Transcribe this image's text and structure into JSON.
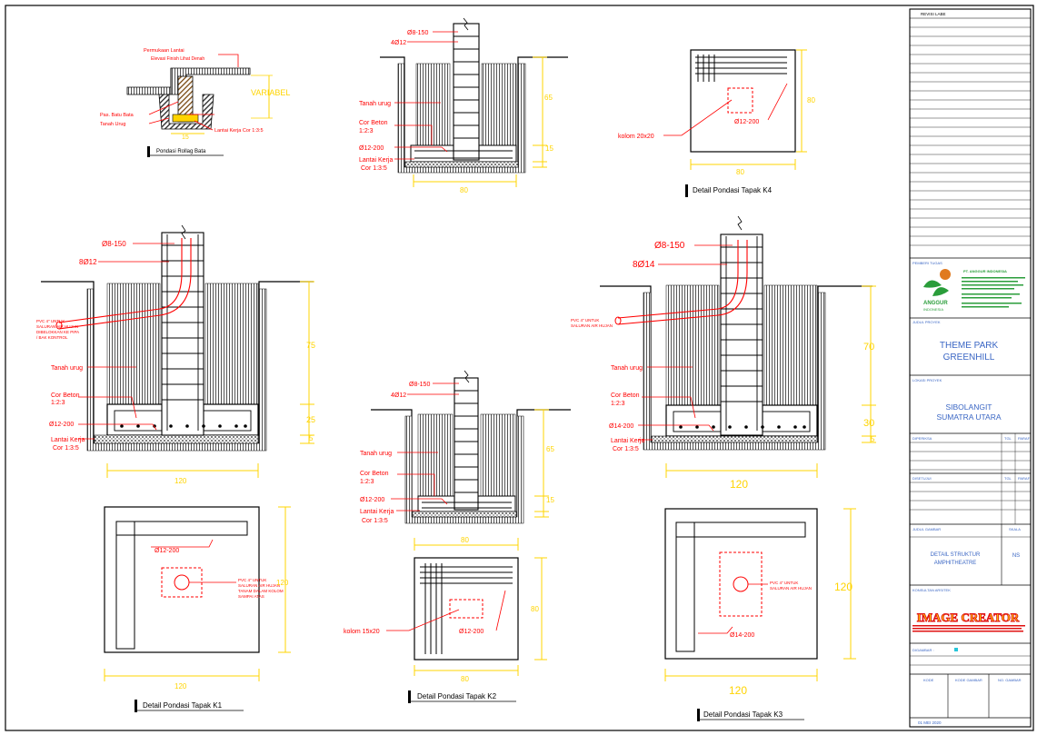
{
  "colors": {
    "background": "#ffffff",
    "line": "#000000",
    "annotation_red": "#ff0000",
    "dimension_yellow": "#ffd400",
    "titleblock_blue": "#3a66c4",
    "logo_green": "#2a9d3a",
    "logo_orange": "#e07a1f"
  },
  "top_left": {
    "labels": {
      "permukaan": "Permukaan Lantai",
      "elevasi": "Elevasi Finish Lihat Denah",
      "variabel": "VARIABEL",
      "pas_batu": "Pas. Batu Bata",
      "tanah": "Tanah Urug",
      "lantai_kerja": "Lantai Kerja Cor 1:3:5",
      "dim_width": "15"
    },
    "title": "Pondasi Rollag Bata"
  },
  "k4": {
    "section_labels": {
      "sengkang": "Ø8-150",
      "tulangan": "4Ø12",
      "tanah": "Tanah urug",
      "cor_beton_1": "Cor Beton",
      "cor_beton_2": "1:2:3",
      "plat": "Ø12-200",
      "lantai_1": "Lantai Kerja",
      "lantai_2": "Cor 1:3:5"
    },
    "dims": {
      "h1": "65",
      "h2": "15",
      "width": "80",
      "plan_w": "80",
      "plan_h": "80"
    },
    "plan_labels": {
      "kolom": "kolom 20x20",
      "plat": "Ø12-200"
    },
    "title": "Detail Pondasi Tapak K4"
  },
  "k1": {
    "section_labels": {
      "sengkang": "Ø8-150",
      "tulangan": "8Ø12",
      "pvc_1": "PVC 4\" UNTUK",
      "pvc_2": "SALURAN AIR HUJAN",
      "pvc_3": "DIBELOKKAN KE PIPA",
      "pvc_4": "/ BAK KONTROL",
      "tanah": "Tanah urug",
      "cor_beton_1": "Cor Beton",
      "cor_beton_2": "1:2:3",
      "plat": "Ø12-200",
      "lantai_1": "Lantai Kerja",
      "lantai_2": "Cor 1:3:5"
    },
    "dims": {
      "h1": "75",
      "h2": "25",
      "h3": "5",
      "width": "120",
      "plan_w": "120",
      "plan_h": "120"
    },
    "plan_labels": {
      "plat": "Ø12-200",
      "pvc_1": "PVC 4\" UNTUK",
      "pvc_2": "SALURAN AIR HUJAN",
      "pvc_3": "TANAM DALAM KOLOM",
      "pvc_4": "SAMPAI ATAS"
    },
    "title": "Detail Pondasi Tapak K1"
  },
  "k2": {
    "section_labels": {
      "sengkang": "Ø8-150",
      "tulangan": "4Ø12",
      "tanah": "Tanah urug",
      "cor_beton_1": "Cor Beton",
      "cor_beton_2": "1:2:3",
      "plat": "Ø12-200",
      "lantai_1": "Lantai Kerja",
      "lantai_2": "Cor 1:3:5"
    },
    "dims": {
      "h1": "65",
      "h2": "15",
      "width": "80",
      "plan_w": "80",
      "plan_h": "80"
    },
    "plan_labels": {
      "kolom": "kolom 15x20",
      "plat": "Ø12-200"
    },
    "title": "Detail Pondasi Tapak K2"
  },
  "k3": {
    "section_labels": {
      "sengkang": "Ø8-150",
      "tulangan": "8Ø14",
      "pvc_1": "PVC 4\" UNTUK",
      "pvc_2": "SALURAN AIR HUJAN",
      "tanah": "Tanah urug",
      "cor_beton_1": "Cor Beton",
      "cor_beton_2": "1:2:3",
      "plat": "Ø14-200",
      "lantai_1": "Lantai Kerja",
      "lantai_2": "Cor 1:3:5"
    },
    "dims": {
      "h1": "70",
      "h2": "30",
      "h3": "5",
      "width": "120",
      "plan_w": "120",
      "plan_h": "120"
    },
    "plan_labels": {
      "pvc_1": "PVC 4\" UNTUK",
      "pvc_2": "SALURAN AIR HUJAN",
      "plat": "Ø14-200"
    },
    "title": "Detail Pondasi Tapak K3"
  },
  "titleblock": {
    "header": "REVISI LABE",
    "pemberi_tugas": "PEMBERI TUGAS",
    "company": "PT. ANGGUR INDONESIA",
    "logo_word_1": "ANGGUR",
    "logo_word_2": "INDONESIA",
    "judul_proyek_label": "JUDUL PROYEK",
    "project_1": "THEME PARK",
    "project_2": "GREENHILL",
    "lokasi_label": "LOKASI PROYEK",
    "location_1": "SIBOLANGIT",
    "location_2": "SUMATRA UTARA",
    "diperiksa": "DIPERIKSA",
    "disetujui": "DISETUJUI",
    "tgl": "TGL",
    "paraf": "PARAF",
    "judul_gambar_label": "JUDUL GAMBAR",
    "skala_label": "SKALA",
    "drawing_1": "DETAIL STRUKTUR",
    "drawing_2": "AMPHITHEATRE",
    "scale": "NS",
    "konsultan_label": "KONSULTAN ARSITEK",
    "consultant": "IMAGE CREATOR",
    "digambar": "DIGAMBAR :",
    "kode": "KODE",
    "kode_gambar": "KODE GAMBAR",
    "no_gambar": "NO. GAMBAR",
    "footer": "01 MEI 2020"
  }
}
